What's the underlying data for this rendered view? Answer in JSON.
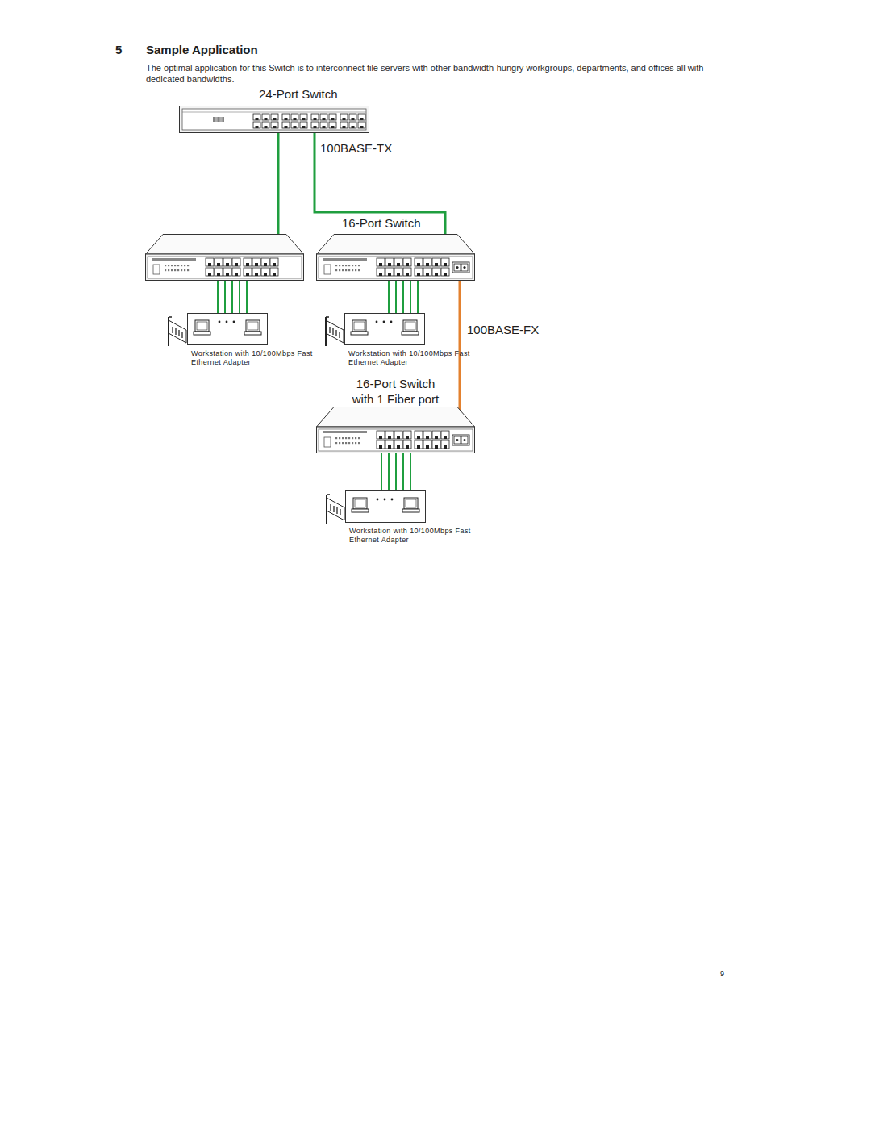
{
  "diagram": {
    "title": "Sample Application",
    "nodes": [
      {
        "text": [
          "24-Port Switch"
        ]
      },
      {
        "text": []
      },
      {
        "text": [
          "16-Port Switch"
        ]
      },
      {
        "text": [
          "16-Port Switch with 1 Fiber port"
        ]
      },
      {
        "text": [
          "Workstation with 10/100Mbps Fast Ethernet Adapter"
        ]
      },
      {
        "text": [
          "Workstation with 10/100Mbps Fast Ethernet Adapter"
        ]
      },
      {
        "text": [
          "Workstation with 10/100Mbps Fast Ethernet Adapter"
        ]
      }
    ],
    "edges": [
      {
        "from": 0,
        "to": 1,
        "arrow": "none"
      },
      {
        "from": 0,
        "to": 2,
        "label": "100BASE-TX",
        "arrow": "none"
      },
      {
        "from": 2,
        "to": 3,
        "label": "100BASE-FX",
        "arrow": "none"
      },
      {
        "from": 1,
        "to": 4,
        "arrow": "none"
      },
      {
        "from": 2,
        "to": 5,
        "arrow": "none"
      },
      {
        "from": 3,
        "to": 6,
        "arrow": "none"
      }
    ],
    "labels": [
      "5",
      "The optimal application for this Switch is to interconnect file servers with other bandwidth-hungry workgroups, departments, and offices all with dedicated bandwidths.",
      "9"
    ]
  }
}
